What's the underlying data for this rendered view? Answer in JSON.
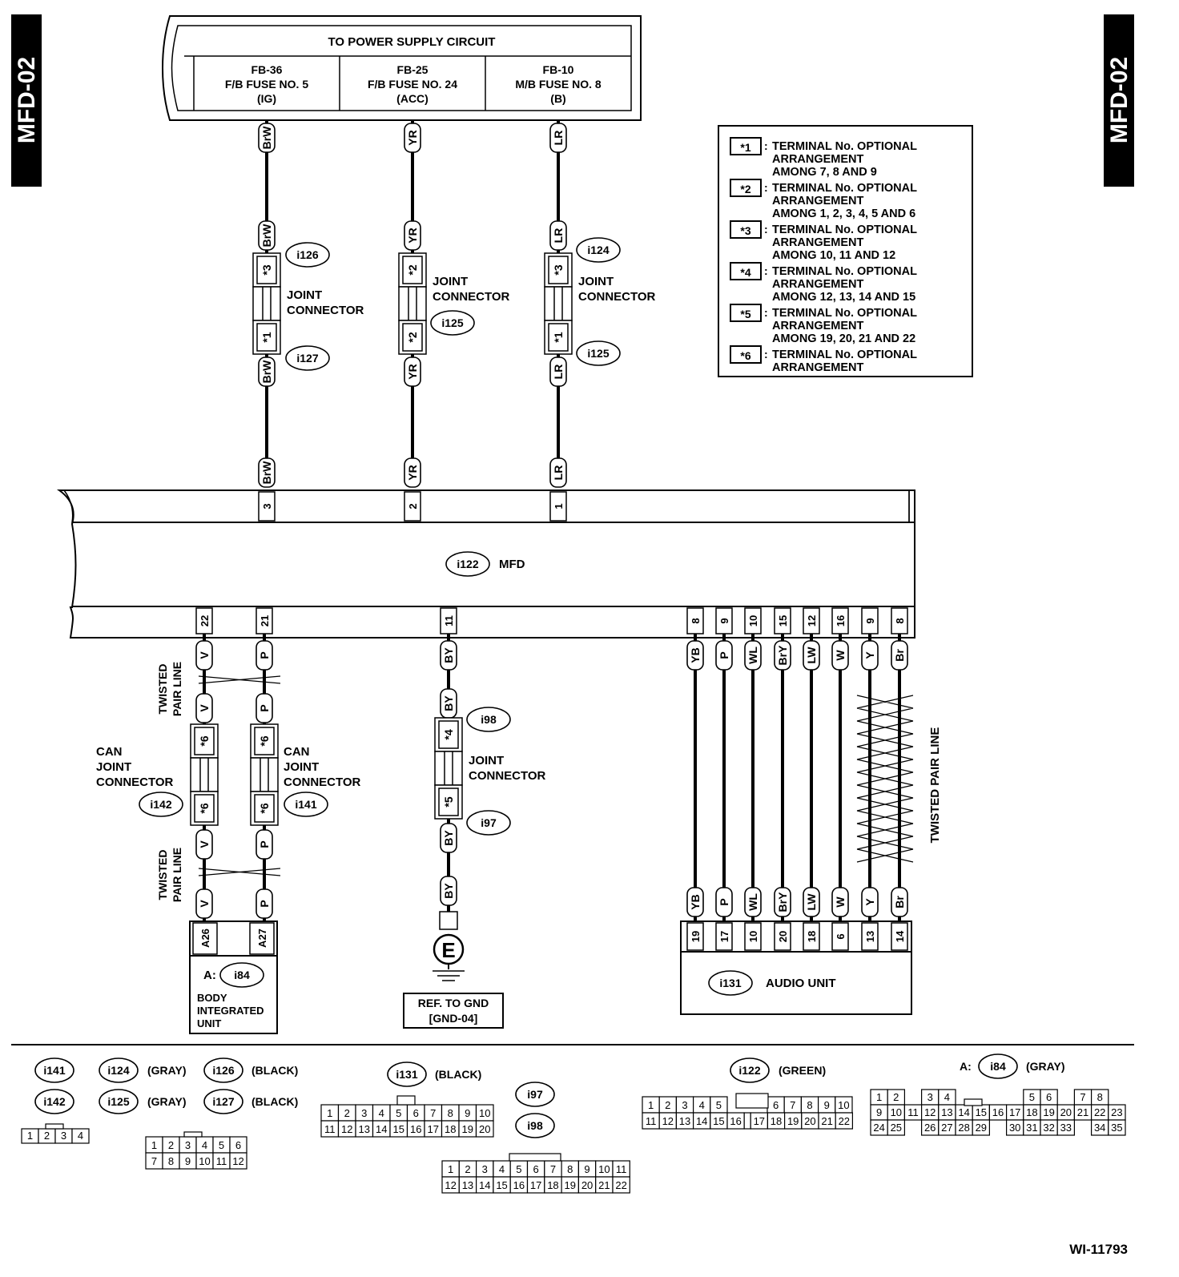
{
  "page_tag": "MFD-02",
  "figure_id": "WI-11793",
  "power_supply": {
    "title": "TO POWER SUPPLY CIRCUIT",
    "fuses": [
      {
        "code": "FB-36",
        "name": "F/B FUSE NO. 5",
        "mode": "(IG)"
      },
      {
        "code": "FB-25",
        "name": "F/B FUSE NO. 24",
        "mode": "(ACC)"
      },
      {
        "code": "FB-10",
        "name": "M/B FUSE NO. 8",
        "mode": "(B)"
      }
    ]
  },
  "upper_wires": [
    {
      "color": "BrW",
      "terminal": "3",
      "top_opt": "*3",
      "bot_opt": "*1",
      "connector_top": "i126",
      "connector_bot": "i127"
    },
    {
      "color": "YR",
      "terminal": "2",
      "top_opt": "*2",
      "bot_opt": "*2",
      "connector_mid": "i125"
    },
    {
      "color": "LR",
      "terminal": "1",
      "top_opt": "*3",
      "bot_opt": "*1",
      "connector_top": "i124",
      "connector_bot": "i125"
    }
  ],
  "joint_connector_label": [
    "JOINT",
    "CONNECTOR"
  ],
  "legend": [
    {
      "key": "*1",
      "lines": [
        "TERMINAL No. OPTIONAL",
        "ARRANGEMENT",
        "AMONG 7, 8 AND 9"
      ]
    },
    {
      "key": "*2",
      "lines": [
        "TERMINAL No. OPTIONAL",
        "ARRANGEMENT",
        "AMONG 1, 2, 3, 4, 5 AND 6"
      ]
    },
    {
      "key": "*3",
      "lines": [
        "TERMINAL No. OPTIONAL",
        "ARRANGEMENT",
        "AMONG 10, 11 AND 12"
      ]
    },
    {
      "key": "*4",
      "lines": [
        "TERMINAL No. OPTIONAL",
        "ARRANGEMENT",
        "AMONG 12, 13, 14 AND 15"
      ]
    },
    {
      "key": "*5",
      "lines": [
        "TERMINAL No. OPTIONAL",
        "ARRANGEMENT",
        "AMONG 19, 20, 21 AND 22"
      ]
    },
    {
      "key": "*6",
      "lines": [
        "TERMINAL No. OPTIONAL",
        "ARRANGEMENT"
      ]
    }
  ],
  "mfd": {
    "connector": "i122",
    "label": "MFD"
  },
  "can_wires": [
    {
      "color": "V",
      "mfd_terminal": "22",
      "opt": "*6",
      "unit_terminal": "A26"
    },
    {
      "color": "P",
      "mfd_terminal": "21",
      "opt": "*6",
      "unit_terminal": "A27"
    }
  ],
  "twisted_pair_label": [
    "TWISTED",
    "PAIR LINE"
  ],
  "twisted_pair_line": "TWISTED PAIR LINE",
  "can_joint": {
    "left": {
      "lines": [
        "CAN",
        "JOINT",
        "CONNECTOR"
      ],
      "connector": "i142"
    },
    "right": {
      "lines": [
        "CAN",
        "JOINT",
        "CONNECTOR"
      ],
      "connector": "i141"
    }
  },
  "body_unit": {
    "prefix": "A:",
    "connector": "i84",
    "lines": [
      "BODY",
      "INTEGRATED",
      "UNIT"
    ]
  },
  "ground_wire": {
    "color": "BY",
    "mfd_terminal": "11",
    "top_opt": "*4",
    "bot_opt": "*5",
    "connector_top": "i98",
    "connector_bot": "i97",
    "ground_symbol": "E"
  },
  "ground_ref": [
    "REF. TO GND",
    "[GND-04]"
  ],
  "audio_wires": [
    {
      "color": "YB",
      "mfd": "8",
      "audio": "19"
    },
    {
      "color": "P",
      "mfd": "9",
      "audio": "17"
    },
    {
      "color": "WL",
      "mfd": "10",
      "audio": "10"
    },
    {
      "color": "BrY",
      "mfd": "15",
      "audio": "20"
    },
    {
      "color": "LW",
      "mfd": "12",
      "audio": "18"
    },
    {
      "color": "W",
      "mfd": "16",
      "audio": "6"
    },
    {
      "color": "Y",
      "mfd": "9",
      "audio": "13"
    },
    {
      "color": "Br",
      "mfd": "8",
      "audio": "14"
    }
  ],
  "audio_unit": {
    "connector": "i131",
    "label": "AUDIO UNIT"
  },
  "bottom_connectors": {
    "c141": "i141",
    "c142": "i142",
    "c124": "i124",
    "c124_color": "(GRAY)",
    "c125": "i125",
    "c125_color": "(GRAY)",
    "c126": "i126",
    "c126_color": "(BLACK)",
    "c127": "i127",
    "c127_color": "(BLACK)",
    "c131": "i131",
    "c131_color": "(BLACK)",
    "c97": "i97",
    "c98": "i98",
    "c122": "i122",
    "c122_color": "(GREEN)",
    "c84_prefix": "A:",
    "c84": "i84",
    "c84_color": "(GRAY)"
  }
}
